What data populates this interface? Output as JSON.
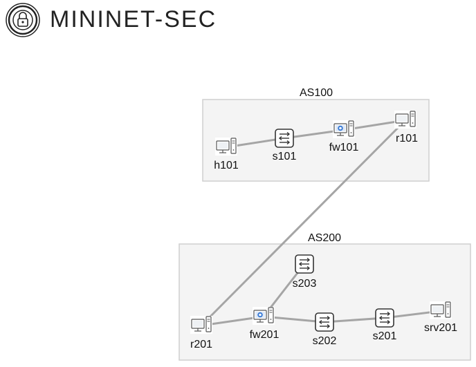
{
  "brand": {
    "name": "MININET-SEC",
    "logo_icon": "lock-icon"
  },
  "groups": [
    {
      "id": "as100",
      "label": "AS100"
    },
    {
      "id": "as200",
      "label": "AS200"
    }
  ],
  "nodes": [
    {
      "id": "h101",
      "label": "h101",
      "type": "host",
      "icon": "desktop-icon"
    },
    {
      "id": "s101",
      "label": "s101",
      "type": "switch",
      "icon": "switch-icon"
    },
    {
      "id": "fw101",
      "label": "fw101",
      "type": "firewall",
      "icon": "firewall-host-icon"
    },
    {
      "id": "r101",
      "label": "r101",
      "type": "router",
      "icon": "desktop-icon"
    },
    {
      "id": "s203",
      "label": "s203",
      "type": "switch",
      "icon": "switch-icon"
    },
    {
      "id": "r201",
      "label": "r201",
      "type": "router",
      "icon": "desktop-icon"
    },
    {
      "id": "fw201",
      "label": "fw201",
      "type": "firewall",
      "icon": "firewall-host-icon"
    },
    {
      "id": "s202",
      "label": "s202",
      "type": "switch",
      "icon": "switch-icon"
    },
    {
      "id": "s201",
      "label": "s201",
      "type": "switch",
      "icon": "switch-icon"
    },
    {
      "id": "srv201",
      "label": "srv201",
      "type": "server",
      "icon": "desktop-icon"
    }
  ],
  "links": [
    [
      "h101",
      "s101"
    ],
    [
      "s101",
      "fw101"
    ],
    [
      "fw101",
      "r101"
    ],
    [
      "r101",
      "r201"
    ],
    [
      "r201",
      "fw201"
    ],
    [
      "fw201",
      "s203"
    ],
    [
      "fw201",
      "s202"
    ],
    [
      "s202",
      "s201"
    ],
    [
      "s201",
      "srv201"
    ]
  ],
  "colors": {
    "link": "#a5a5a5",
    "group_fill": "#f4f4f4",
    "group_stroke": "#cfcfcf",
    "firewall_badge": "#3a7bd5"
  }
}
